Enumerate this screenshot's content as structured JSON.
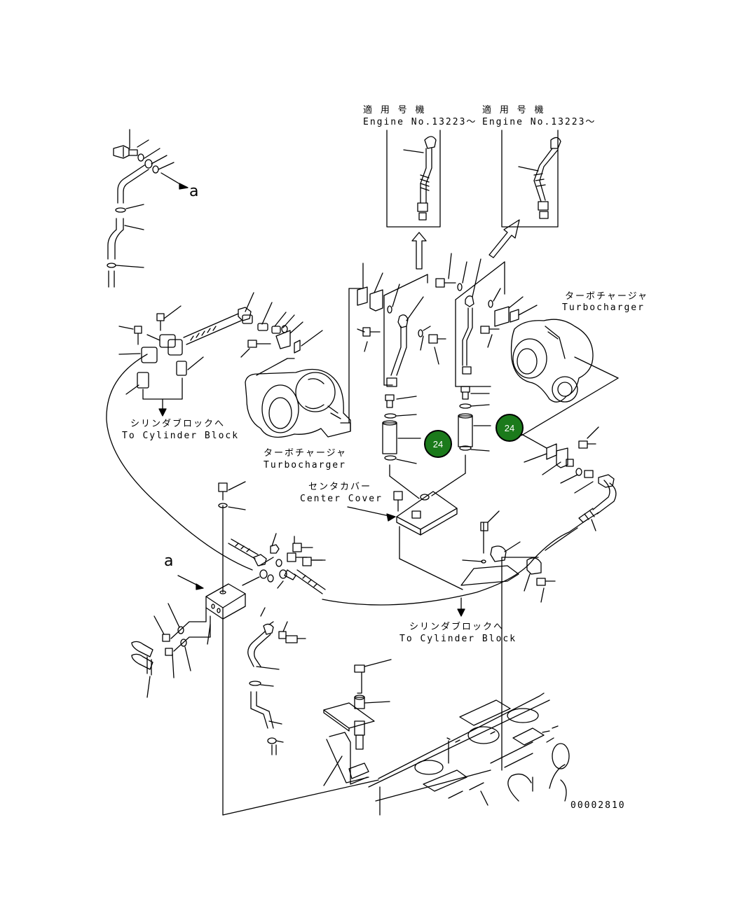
{
  "callouts": {
    "engine_a_jp": "適 用 号 機",
    "engine_a_en": "Engine No.13223～",
    "engine_b_jp": "適 用 号 機",
    "engine_b_en": "Engine No.13223～",
    "turbo_right_jp": "ターボチャージャ",
    "turbo_right_en": "Turbocharger",
    "turbo_left_jp": "ターボチャージャ",
    "turbo_left_en": "Turbocharger",
    "cylinder_left_jp": "シリンダブロックへ",
    "cylinder_left_en": "To Cylinder Block",
    "cylinder_right_jp": "シリンダブロックへ",
    "cylinder_right_en": "To Cylinder Block",
    "center_cover_jp": "センタカバー",
    "center_cover_en": "Center Cover",
    "ref_a_top": "a",
    "ref_a_left": "a"
  },
  "badges": {
    "part_24_left": "24",
    "part_24_right": "24"
  },
  "colors": {
    "badge_fill": "#1b7a1b",
    "line": "#000000"
  },
  "drawing_number": "00002810"
}
